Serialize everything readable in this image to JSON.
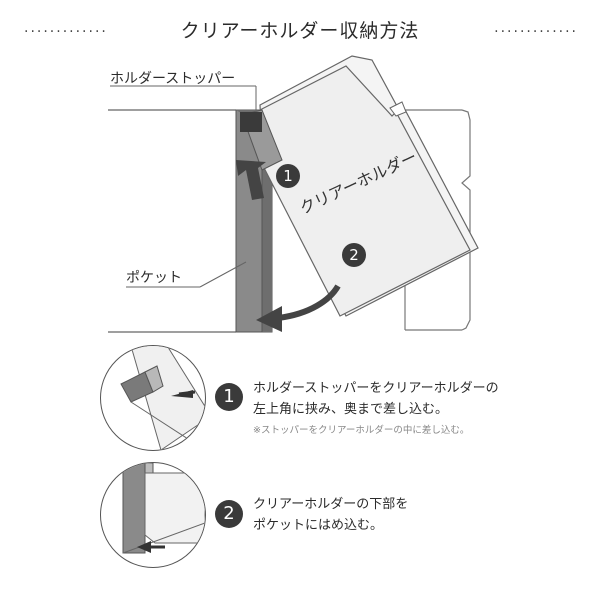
{
  "header": {
    "title": "クリアーホルダー収納方法",
    "dots_left": ".............",
    "dots_right": "............."
  },
  "diagram": {
    "stopper_label": "ホルダーストッパー",
    "pocket_label": "ポケット",
    "holder_label": "クリアーホルダー",
    "badge_1": "1",
    "badge_2": "2"
  },
  "steps": [
    {
      "number": "1",
      "line1": "ホルダーストッパーをクリアーホルダーの",
      "line2": "左上角に挟み、奥まで差し込む。",
      "note": "※ストッパーをクリアーホルダーの中に差し込む。"
    },
    {
      "number": "2",
      "line1": "クリアーホルダーの下部を",
      "line2": "ポケットにはめ込む。"
    }
  ],
  "colors": {
    "dark_gray": "#5a5a5a",
    "pocket_gray": "#8a8a8a",
    "line": "#555555",
    "sheet_fill": "#f0f0f0"
  }
}
